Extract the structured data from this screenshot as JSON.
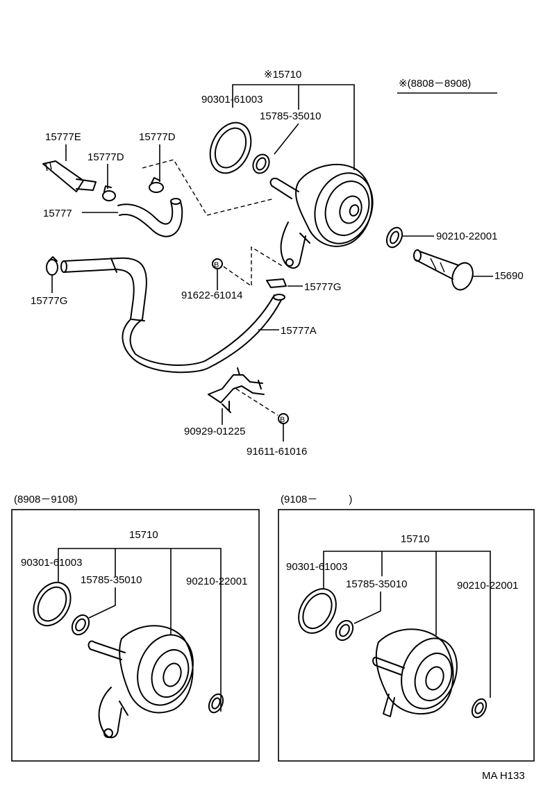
{
  "top": {
    "note": "※(8808－8908)",
    "assembly_label": "※15710",
    "labels": {
      "gasket": "90301-61003",
      "oring_small": "15785-35010",
      "plug": "15777E",
      "clamp_a": "15777D",
      "clamp_b": "15777D",
      "hose": "15777",
      "clamp_left": "15777G",
      "bolt_b_top": "91622-61014",
      "clamp_right": "15777G",
      "hose_a": "15777A",
      "gasket_right": "90210-22001",
      "union_bolt": "15690",
      "bracket": "90929-01225",
      "bolt_b_bottom": "91611-61016"
    },
    "b_marker": "B"
  },
  "panel_left": {
    "range": "(8908－9108)",
    "assembly": "15710",
    "gasket": "90301-61003",
    "oring": "15785-35010",
    "gasket_right": "90210-22001"
  },
  "panel_right": {
    "range": "(9108－　　　)",
    "assembly": "15710",
    "gasket": "90301-61003",
    "oring": "15785-35010",
    "gasket_right": "90210-22001"
  },
  "footer": {
    "code": "MA H133"
  }
}
